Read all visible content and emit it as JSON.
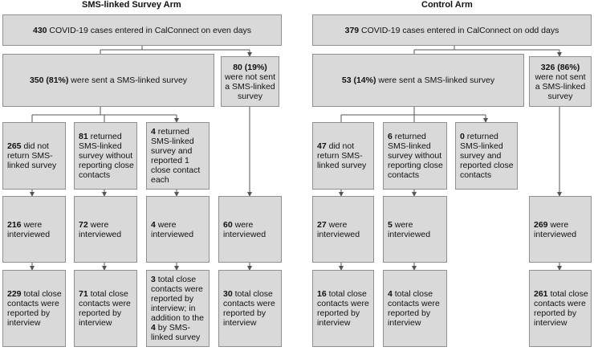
{
  "sms": {
    "title": "SMS-linked Survey Arm",
    "top": {
      "n": "430",
      "text": " COVID-19 cases entered in CalConnect on even days"
    },
    "sent": {
      "n": "350 (81%)",
      "text": " were sent a SMS-linked survey"
    },
    "notsent": {
      "n": "80 (19%)",
      "text": " were not sent a  SMS-linked survey"
    },
    "c1": [
      {
        "n": "265",
        "text": " did not return SMS-linked survey"
      },
      {
        "n": "216",
        "text": " were interviewed"
      },
      {
        "n": "229",
        "text": " total close contacts were reported by interview"
      }
    ],
    "c2": [
      {
        "n": "81",
        "text": " returned SMS-linked survey without reporting close contacts"
      },
      {
        "n": "72",
        "text": " were interviewed"
      },
      {
        "n": "71",
        "text": " total close contacts were reported by interview"
      }
    ],
    "c3": [
      {
        "n": "4",
        "text": " returned SMS-linked survey and reported 1 close contact each"
      },
      {
        "n": "4",
        "text": " were interviewed"
      },
      {
        "n": "3",
        "text": " total close contacts were reported by interview; in addition to the ",
        "n2": "4",
        "text2": " by SMS-linked survey"
      }
    ],
    "c4": [
      {
        "n": "60",
        "text": " were interviewed"
      },
      {
        "n": "30",
        "text": " total close contacts were reported by interview"
      }
    ]
  },
  "control": {
    "title": "Control Arm",
    "top": {
      "n": "379",
      "text": " COVID-19 cases entered in CalConnect on odd days"
    },
    "sent": {
      "n": "53 (14%)",
      "text": " were sent a SMS-linked survey"
    },
    "notsent": {
      "n": "326 (86%)",
      "text": " were not sent a SMS-linked survey"
    },
    "c1": [
      {
        "n": "47",
        "text": " did not return SMS-linked survey"
      },
      {
        "n": "27",
        "text": " were interviewed"
      },
      {
        "n": "16",
        "text": " total close contacts were reported by interview"
      }
    ],
    "c2": [
      {
        "n": "6",
        "text": " returned SMS-linked survey without reporting close contacts"
      },
      {
        "n": "5",
        "text": " were interviewed"
      },
      {
        "n": "4",
        "text": " total close contacts were reported by interview"
      }
    ],
    "c3": [
      {
        "n": "0",
        "text": " returned SMS-linked survey and reported close contacts"
      }
    ],
    "c4": [
      {
        "n": "269",
        "text": " were interviewed"
      },
      {
        "n": "261",
        "text": " total close contacts were reported by interview"
      }
    ]
  }
}
